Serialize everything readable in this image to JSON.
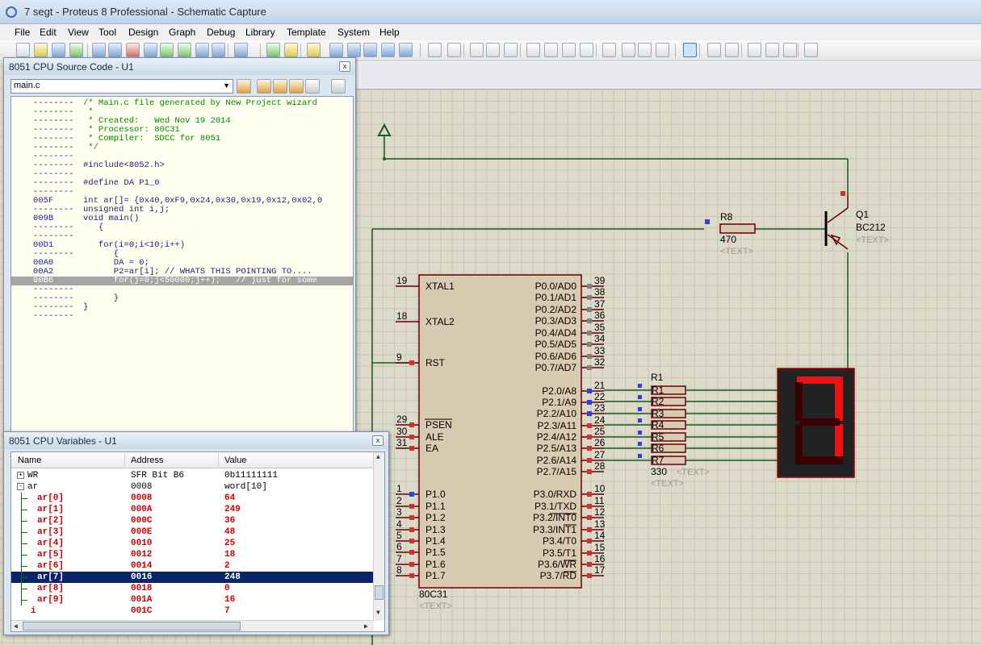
{
  "window": {
    "title": "7 segt - Proteus 8 Professional - Schematic Capture"
  },
  "menu": [
    "File",
    "Edit",
    "View",
    "Tool",
    "Design",
    "Graph",
    "Debug",
    "Library",
    "Template",
    "System",
    "Help"
  ],
  "source_window": {
    "title": "8051 CPU Source Code - U1",
    "close_label": "x",
    "file": "main.c",
    "lines": [
      {
        "addr": "--------",
        "code": "/* Main.c file generated by New Project wizard",
        "kind": "comment"
      },
      {
        "addr": "--------",
        "code": " *",
        "kind": "comment"
      },
      {
        "addr": "--------",
        "code": " * Created:   Wed Nov 19 2014",
        "kind": "comment"
      },
      {
        "addr": "--------",
        "code": " * Processor: 80C31",
        "kind": "comment"
      },
      {
        "addr": "--------",
        "code": " * Compiler:  SDCC for 8051",
        "kind": "comment"
      },
      {
        "addr": "--------",
        "code": " */",
        "kind": "comment"
      },
      {
        "addr": "--------",
        "code": "",
        "kind": "code"
      },
      {
        "addr": "--------",
        "code": "#include<8052.h>",
        "kind": "code"
      },
      {
        "addr": "--------",
        "code": "",
        "kind": "code"
      },
      {
        "addr": "--------",
        "code": "#define DA P1_0",
        "kind": "code"
      },
      {
        "addr": "--------",
        "code": "",
        "kind": "code"
      },
      {
        "addr": "005F",
        "code": "int ar[]= {0x40,0xF9,0x24,0x30,0x19,0x12,0x02,0",
        "kind": "code"
      },
      {
        "addr": "--------",
        "code": "unsigned int i,j;",
        "kind": "code"
      },
      {
        "addr": "009B",
        "code": "void main()",
        "kind": "code"
      },
      {
        "addr": "--------",
        "code": "   {",
        "kind": "code"
      },
      {
        "addr": "--------",
        "code": "",
        "kind": "code"
      },
      {
        "addr": "00D1",
        "code": "   for(i=0;i<10;i++)",
        "kind": "code"
      },
      {
        "addr": "--------",
        "code": "      {",
        "kind": "code"
      },
      {
        "addr": "00A0",
        "code": "      DA = 0;",
        "kind": "code"
      },
      {
        "addr": "00A2",
        "code": "      P2=ar[i]; // WHATS THIS POINTING TO....",
        "kind": "code"
      },
      {
        "addr": "00B6",
        "code": "      for(j=0;j<50000;j++);   // just for some",
        "kind": "current"
      },
      {
        "addr": "--------",
        "code": "",
        "kind": "code"
      },
      {
        "addr": "--------",
        "code": "      }",
        "kind": "code"
      },
      {
        "addr": "--------",
        "code": "}",
        "kind": "code"
      },
      {
        "addr": "--------",
        "code": "",
        "kind": "code"
      }
    ]
  },
  "variables_window": {
    "title": "8051 CPU Variables - U1",
    "close_label": "x",
    "columns": [
      "Name",
      "Address",
      "Value"
    ],
    "rows": [
      {
        "name": "WR",
        "addr": "SFR Bit B6",
        "val": "0b11111111",
        "style": "top",
        "expand": "+"
      },
      {
        "name": "ar",
        "addr": "0008",
        "val": "word[10]",
        "style": "top",
        "expand": "-"
      },
      {
        "name": "ar[0]",
        "addr": "0008",
        "val": "64",
        "style": "red"
      },
      {
        "name": "ar[1]",
        "addr": "000A",
        "val": "249",
        "style": "red"
      },
      {
        "name": "ar[2]",
        "addr": "000C",
        "val": "36",
        "style": "red"
      },
      {
        "name": "ar[3]",
        "addr": "000E",
        "val": "48",
        "style": "red"
      },
      {
        "name": "ar[4]",
        "addr": "0010",
        "val": "25",
        "style": "red"
      },
      {
        "name": "ar[5]",
        "addr": "0012",
        "val": "18",
        "style": "red"
      },
      {
        "name": "ar[6]",
        "addr": "0014",
        "val": "2",
        "style": "red"
      },
      {
        "name": "ar[7]",
        "addr": "0016",
        "val": "248",
        "style": "sel"
      },
      {
        "name": "ar[8]",
        "addr": "0018",
        "val": "0",
        "style": "red"
      },
      {
        "name": "ar[9]",
        "addr": "001A",
        "val": "16",
        "style": "red"
      },
      {
        "name": "i",
        "addr": "001C",
        "val": "7",
        "style": "red"
      }
    ]
  },
  "schematic": {
    "chip": {
      "name": "80C31",
      "text": "<TEXT>",
      "left_pins": [
        [
          "19",
          "XTAL1"
        ],
        [
          "18",
          "XTAL2"
        ],
        [
          "9",
          "RST"
        ],
        [
          "29",
          "PSEN"
        ],
        [
          "30",
          "ALE"
        ],
        [
          "31",
          "EA"
        ],
        [
          "1",
          "P1.0"
        ],
        [
          "2",
          "P1.1"
        ],
        [
          "3",
          "P1.2"
        ],
        [
          "4",
          "P1.3"
        ],
        [
          "5",
          "P1.4"
        ],
        [
          "6",
          "P1.5"
        ],
        [
          "7",
          "P1.6"
        ],
        [
          "8",
          "P1.7"
        ]
      ],
      "right_pins": [
        [
          "39",
          "P0.0/AD0"
        ],
        [
          "38",
          "P0.1/AD1"
        ],
        [
          "37",
          "P0.2/AD2"
        ],
        [
          "36",
          "P0.3/AD3"
        ],
        [
          "35",
          "P0.4/AD4"
        ],
        [
          "34",
          "P0.5/AD5"
        ],
        [
          "33",
          "P0.6/AD6"
        ],
        [
          "32",
          "P0.7/AD7"
        ],
        [
          "21",
          "P2.0/A8"
        ],
        [
          "22",
          "P2.1/A9"
        ],
        [
          "23",
          "P2.2/A10"
        ],
        [
          "24",
          "P2.3/A11"
        ],
        [
          "25",
          "P2.4/A12"
        ],
        [
          "26",
          "P2.5/A13"
        ],
        [
          "27",
          "P2.6/A14"
        ],
        [
          "28",
          "P2.7/A15"
        ],
        [
          "10",
          "P3.0/RXD"
        ],
        [
          "11",
          "P3.1/TXD"
        ],
        [
          "12",
          "P3.2/INT0"
        ],
        [
          "13",
          "P3.3/INT1"
        ],
        [
          "14",
          "P3.4/T0"
        ],
        [
          "15",
          "P3.5/T1"
        ],
        [
          "16",
          "P3.6/WR"
        ],
        [
          "17",
          "P3.7/RD"
        ]
      ]
    },
    "transistor": {
      "name": "Q1",
      "part": "BC212",
      "text": "<TEXT>"
    },
    "r8": {
      "name": "R8",
      "value": "470",
      "text": "<TEXT>"
    },
    "rpack": {
      "names": [
        "R1",
        "R2",
        "R3",
        "R4",
        "R5",
        "R6",
        "R7"
      ],
      "value": "330",
      "text": "<TEXT>"
    },
    "display": {
      "digit": 7
    }
  }
}
